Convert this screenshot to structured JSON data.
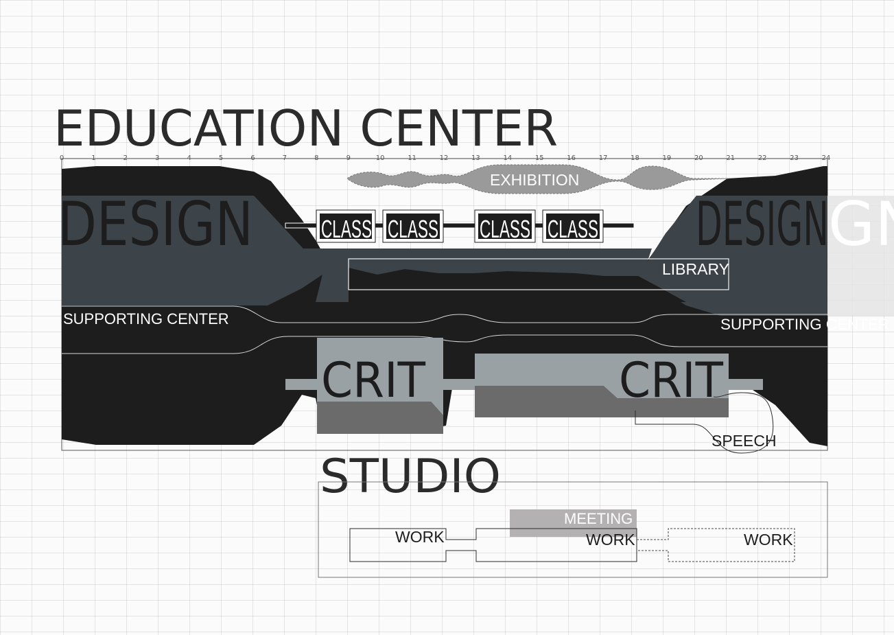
{
  "title": "EDUCATION CENTER",
  "timeline": {
    "hours": [
      "0",
      "1",
      "2",
      "3",
      "4",
      "5",
      "6",
      "7",
      "8",
      "9",
      "10",
      "11",
      "12",
      "13",
      "14",
      "15",
      "16",
      "17",
      "18",
      "19",
      "20",
      "21",
      "22",
      "23",
      "24"
    ]
  },
  "labels": {
    "design": "DESIGN",
    "exhibition": "EXHIBITION",
    "class": "CLASS",
    "library": "LIBRARY",
    "supporting_center": "SUPPORTING CENTER",
    "crit": "CRIT",
    "speech": "SPEECH",
    "studio": "STUDIO",
    "meeting": "MEETING",
    "work": "WORK"
  },
  "colors": {
    "black": "#1d1d1d",
    "slate": "#3d4449",
    "exhibition_grey": "#9a9a9a",
    "crit_grey": "#9aa1a5",
    "crit_dark": "#6b6b6b",
    "meeting_grey": "#b3b1b1"
  }
}
